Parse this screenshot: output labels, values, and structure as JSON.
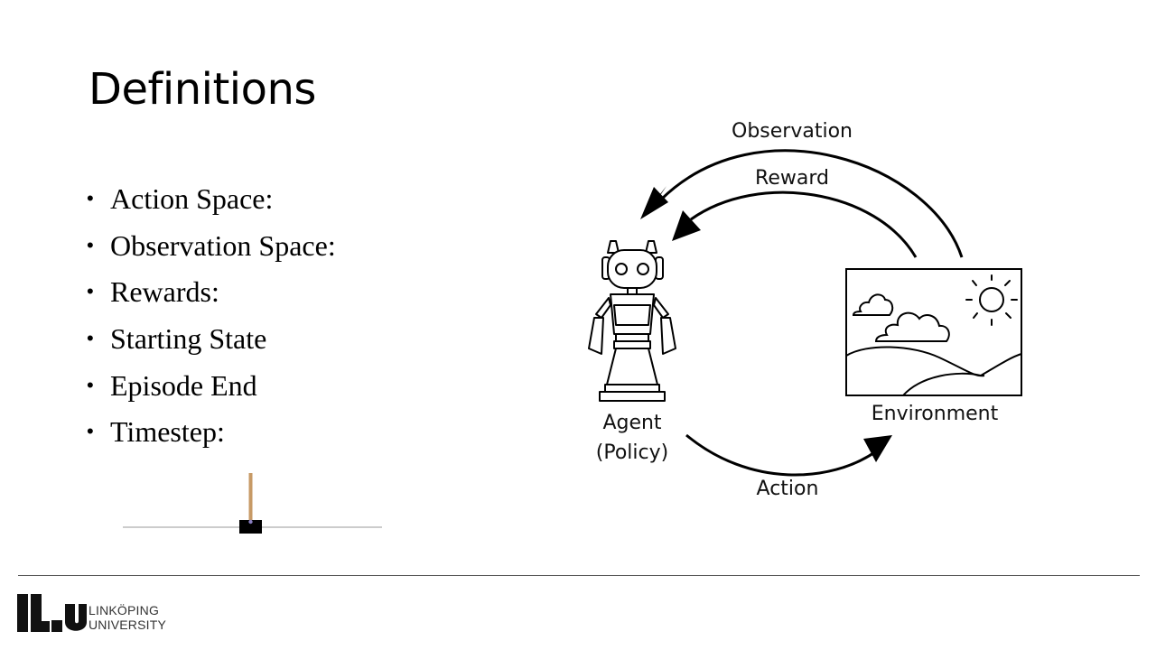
{
  "slide": {
    "title": "Definitions",
    "bullets": [
      {
        "bullet": "•",
        "text": "Action Space:"
      },
      {
        "bullet": "•",
        "text": "Observation Space:"
      },
      {
        "bullet": "•",
        "text": "Rewards:"
      },
      {
        "bullet": "•",
        "text": "Starting State"
      },
      {
        "bullet": "•",
        "text": "Episode End"
      },
      {
        "bullet": "•",
        "text": "Timestep:"
      }
    ]
  },
  "diagram": {
    "observation_label": "Observation",
    "reward_label": "Reward",
    "agent_label_line1": "Agent",
    "agent_label_line2": "(Policy)",
    "environment_label": "Environment",
    "action_label": "Action",
    "icons": [
      "robot-agent-icon",
      "environment-landscape-icon",
      "sun-icon",
      "cloud-icon"
    ]
  },
  "cartpole": {
    "pole_color": "#c79a66",
    "cart_color": "#000000",
    "track_color": "#bbbbbb"
  },
  "footer": {
    "logo_line1": "LINKÖPING",
    "logo_line2": "UNIVERSITY"
  }
}
